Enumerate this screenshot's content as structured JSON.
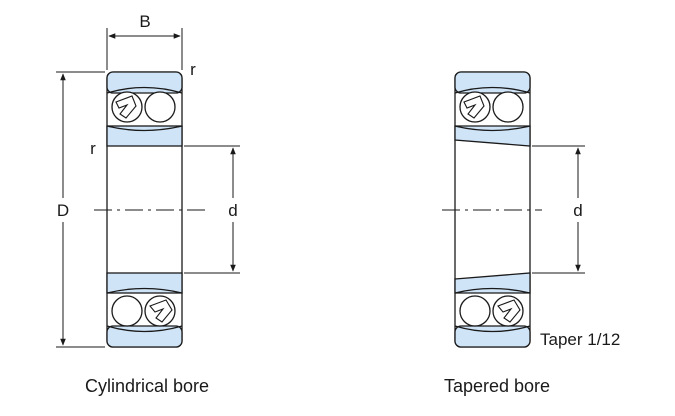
{
  "colors": {
    "ring_fill": "#cfe4f7",
    "outline": "#1a1a1a",
    "ball_fill": "#ffffff",
    "background": "#ffffff"
  },
  "left_bearing": {
    "caption": "Cylindrical bore",
    "width_label": "B",
    "chamfer_label_top": "r",
    "chamfer_label_side": "r",
    "outer_diameter_label": "D",
    "bore_label": "d"
  },
  "right_bearing": {
    "caption": "Tapered bore",
    "bore_label": "d",
    "taper_label": "Taper 1/12"
  }
}
